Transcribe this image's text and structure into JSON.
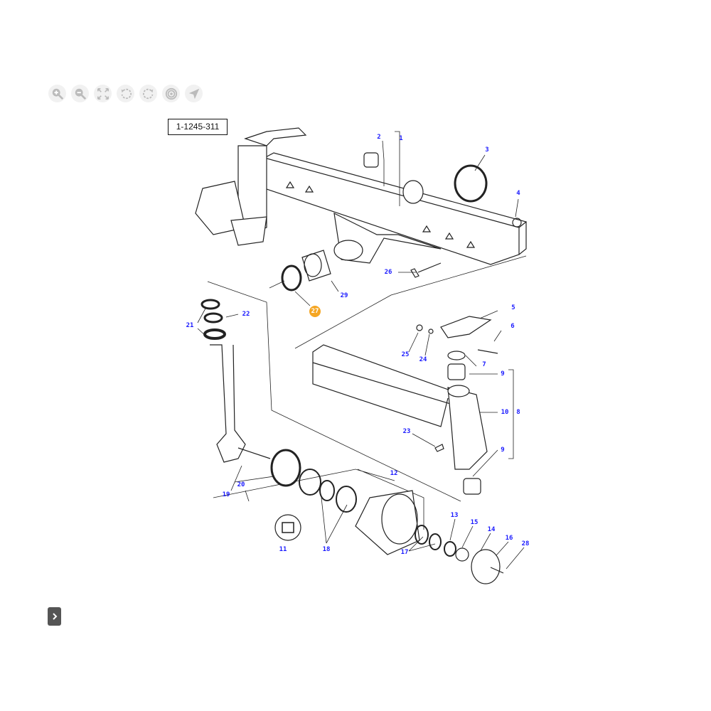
{
  "toolbar": {
    "buttons": [
      {
        "name": "zoom-in-icon"
      },
      {
        "name": "zoom-out-icon"
      },
      {
        "name": "fit-screen-icon"
      },
      {
        "name": "rotate-left-icon"
      },
      {
        "name": "rotate-right-icon"
      },
      {
        "name": "target-icon"
      },
      {
        "name": "navigate-icon"
      }
    ]
  },
  "diagram": {
    "reference": "1-1245-311",
    "highlight_color": "#f5a623",
    "callout_color": "#1a1aff",
    "callouts": [
      "1",
      "2",
      "3",
      "4",
      "5",
      "6",
      "7",
      "9",
      "8",
      "10",
      "9",
      "26",
      "29",
      "27",
      "21",
      "22",
      "25",
      "24",
      "23",
      "12",
      "13",
      "15",
      "14",
      "16",
      "28",
      "17",
      "18",
      "11",
      "20",
      "19"
    ],
    "highlighted": "27"
  },
  "sidebar_toggle": {
    "icon": "chevron-right-icon"
  }
}
